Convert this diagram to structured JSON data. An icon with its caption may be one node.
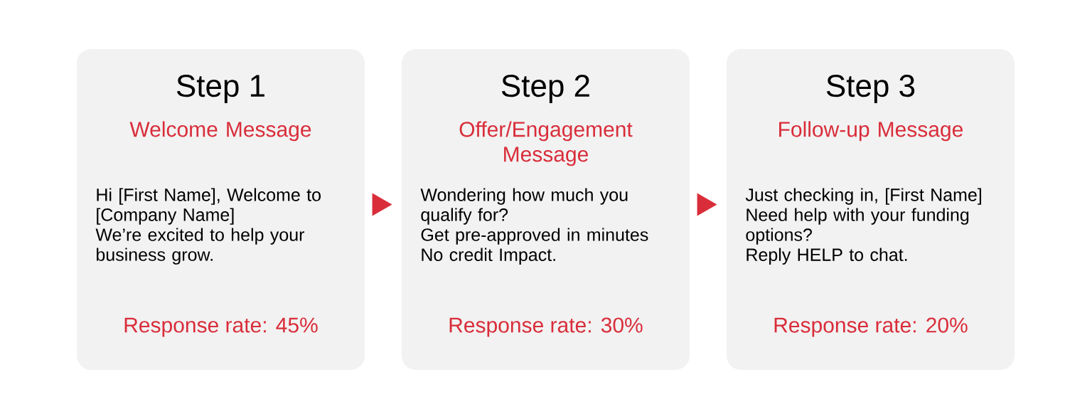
{
  "diagram": {
    "nodes": [
      {
        "text": [
          "Step 1",
          "Welcome Message",
          "Hi [First Name], Welcome to [Company Name]",
          "We’re excited to help your business grow.",
          "Response rate: 45%"
        ]
      },
      {
        "text": [
          "Step 2",
          "Offer/Engagement Message",
          "Wondering how much you qualify for?",
          "Get pre-approved in minutes",
          "No credit Impact.",
          "Response rate: 30%"
        ]
      },
      {
        "text": [
          "Step 3",
          "Follow-up Message",
          "Just checking in, [First Name]",
          "Need help with your funding options?",
          "Reply HELP to chat.",
          "Response rate: 20%"
        ]
      }
    ],
    "edges": [
      {
        "from": 0,
        "to": 1,
        "arrow": "to"
      },
      {
        "from": 1,
        "to": 2,
        "arrow": "to"
      }
    ]
  }
}
